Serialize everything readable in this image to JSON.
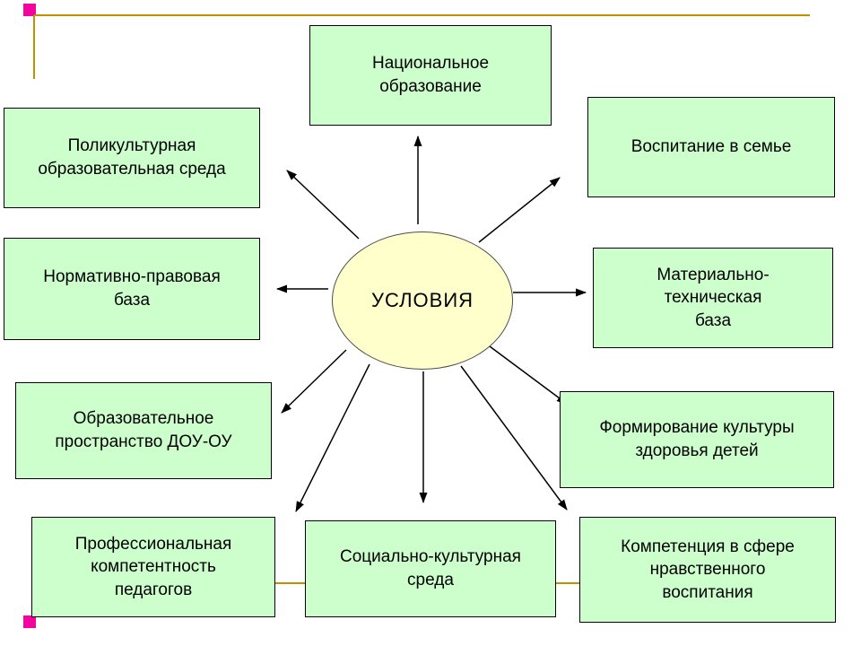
{
  "center": {
    "label": "УСЛОВИЯ"
  },
  "boxes": [
    {
      "id": "national-education",
      "label": "Национальное\nобразование"
    },
    {
      "id": "family-upbringing",
      "label": "Воспитание в семье"
    },
    {
      "id": "multicultural-environment",
      "label": "Поликультурная\nобразовательная среда"
    },
    {
      "id": "legal-base",
      "label": "Нормативно-правовая\nбаза"
    },
    {
      "id": "material-technical-base",
      "label": "Материально-\nтехническая\nбаза"
    },
    {
      "id": "educational-space",
      "label": "Образовательное\nпространство ДОУ-ОУ"
    },
    {
      "id": "health-culture",
      "label": "Формирование культуры\nздоровья детей"
    },
    {
      "id": "professional-competence",
      "label": "Профессиональная\nкомпетентность\nпедагогов"
    },
    {
      "id": "socio-cultural-environment",
      "label": "Социально-культурная\nсреда"
    },
    {
      "id": "moral-education-competence",
      "label": "Компетенция в сфере\nнравственного\nвоспитания"
    }
  ],
  "colors": {
    "box_fill": "#ccffcc",
    "box_border": "#000000",
    "ellipse_fill": "#ffffcc",
    "ellipse_border": "#4d4d4d",
    "accent_line": "#bf9000",
    "accent_square": "#f2059f",
    "background": "#ffffff",
    "arrow_color": "#000000"
  }
}
